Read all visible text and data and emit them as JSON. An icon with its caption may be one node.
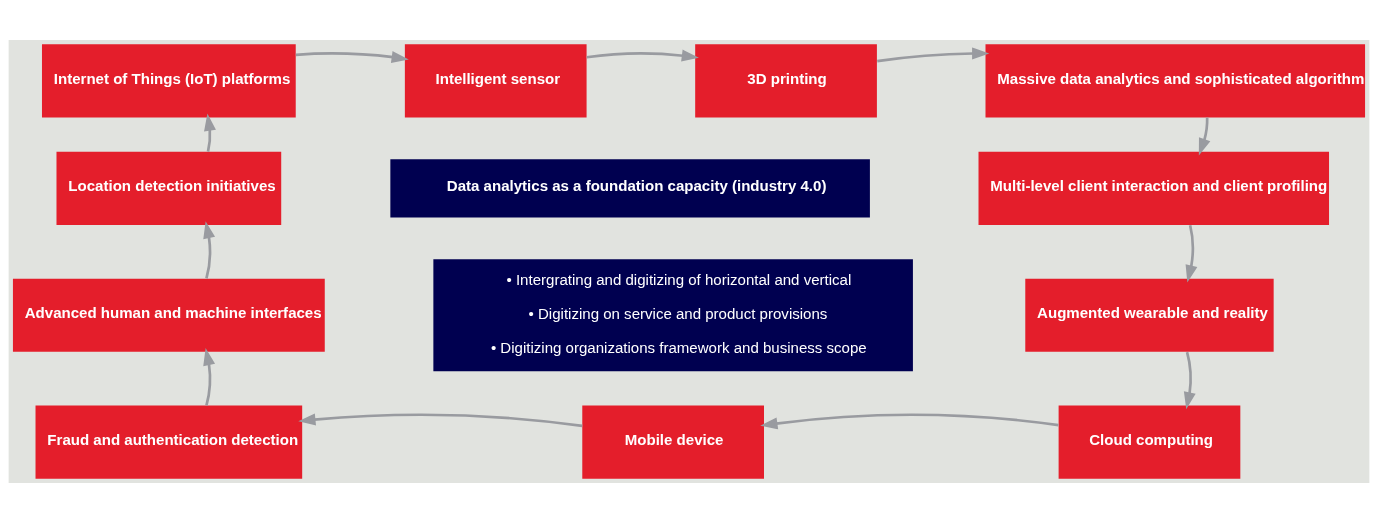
{
  "diagram": {
    "nodes": [
      {
        "text": [
          "Internet of Things (IoT) platforms"
        ]
      },
      {
        "text": [
          "Intelligent sensor"
        ]
      },
      {
        "text": [
          "3D printing"
        ]
      },
      {
        "text": [
          "Massive data analytics and sophisticated algorithm"
        ]
      },
      {
        "text": [
          "Location detection initiatives"
        ]
      },
      {
        "text": [
          "Data analytics as a foundation capacity (industry 4.0)"
        ]
      },
      {
        "text": [
          "Multi-level client interaction and client profiling"
        ]
      },
      {
        "text": [
          "Advanced human and machine interfaces"
        ]
      },
      {
        "text": [
          "• Intergrating and digitizing of horizontal and vertical",
          "• Digitizing on service and product provisions",
          "• Digitizing organizations framework and business scope"
        ]
      },
      {
        "text": [
          "Augmented wearable and reality"
        ]
      },
      {
        "text": [
          "Fraud and authentication detection"
        ]
      },
      {
        "text": [
          "Mobile device"
        ]
      },
      {
        "text": [
          "Cloud computing"
        ]
      }
    ],
    "edges": [
      {
        "from": 0,
        "to": 1,
        "arrow": "to"
      },
      {
        "from": 1,
        "to": 2,
        "arrow": "to"
      },
      {
        "from": 2,
        "to": 3,
        "arrow": "to"
      },
      {
        "from": 3,
        "to": 6,
        "arrow": "to"
      },
      {
        "from": 6,
        "to": 9,
        "arrow": "to"
      },
      {
        "from": 9,
        "to": 12,
        "arrow": "to"
      },
      {
        "from": 12,
        "to": 11,
        "arrow": "to"
      },
      {
        "from": 11,
        "to": 10,
        "arrow": "to"
      },
      {
        "from": 10,
        "to": 7,
        "arrow": "to"
      },
      {
        "from": 7,
        "to": 4,
        "arrow": "to"
      },
      {
        "from": 4,
        "to": 0,
        "arrow": "to"
      }
    ]
  }
}
